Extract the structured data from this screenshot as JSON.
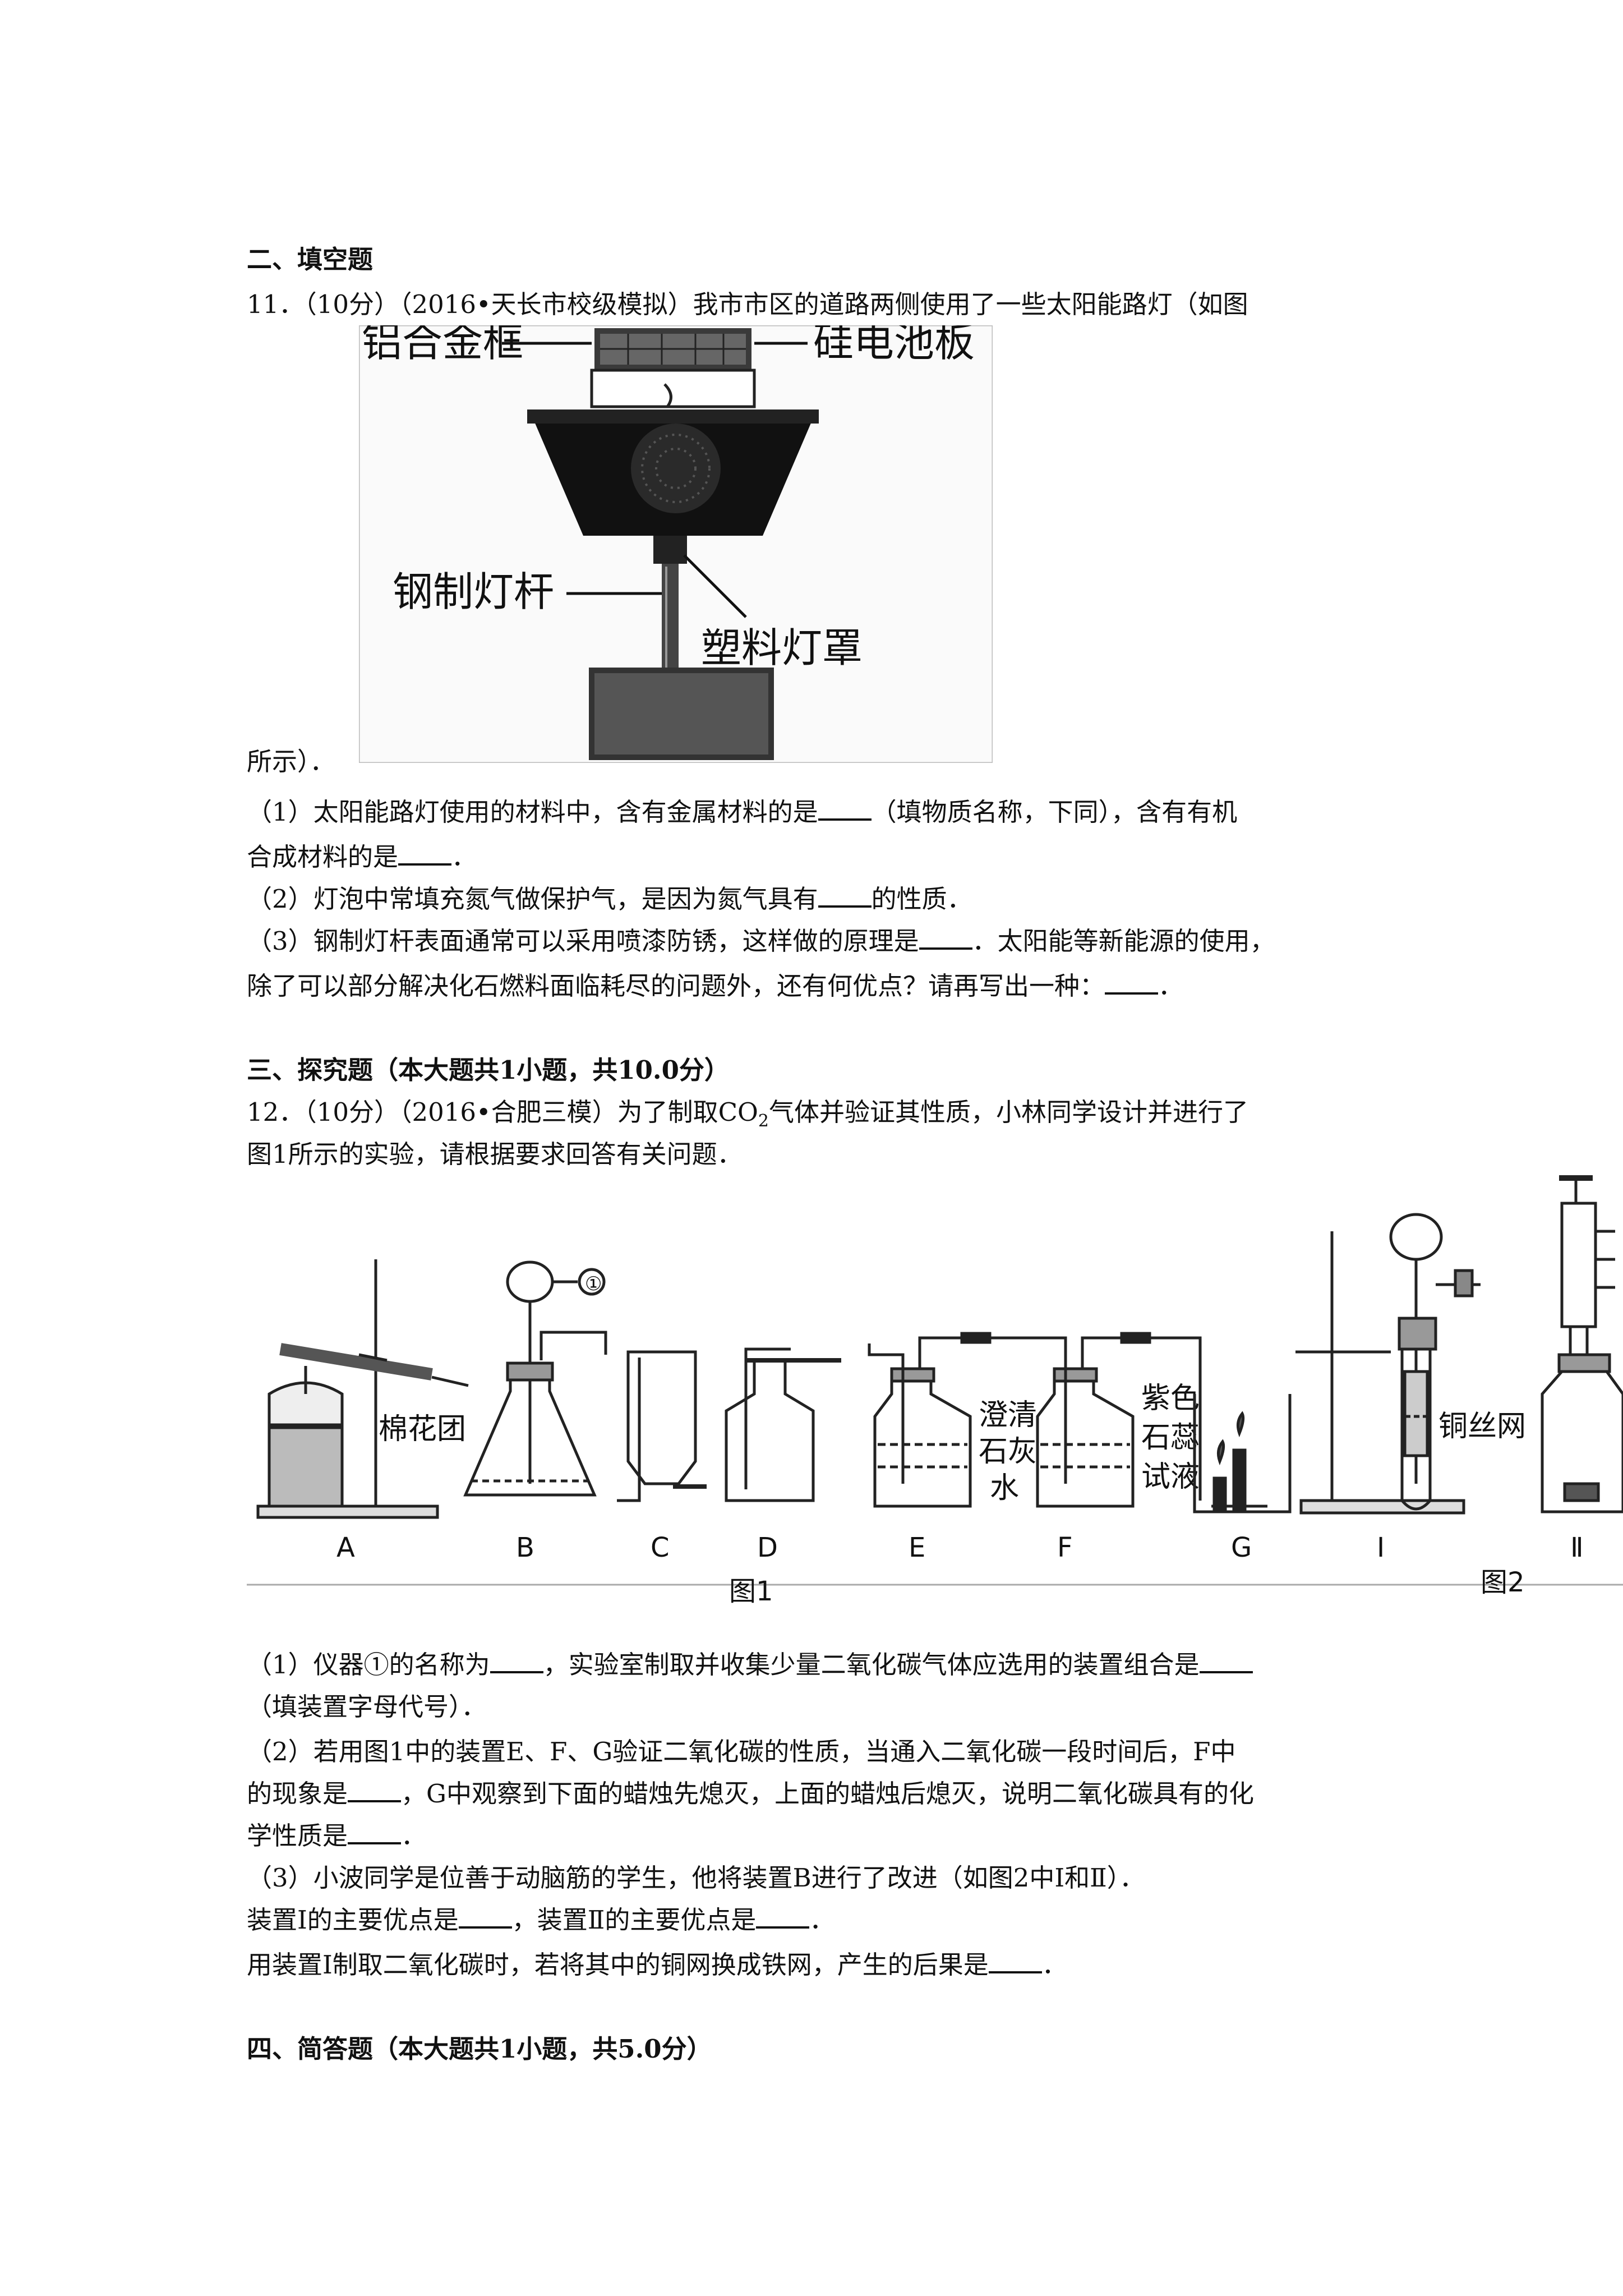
{
  "section2": {
    "title": "二、填空题",
    "q11": {
      "head": "11．（10分）（2016•天长市校级模拟）我市市区的道路两侧使用了一些太阳能路灯（如图",
      "tail": "所示）．",
      "figure_labels": {
        "frame": "铝合金框",
        "panel": "硅电池板",
        "pole": "钢制灯杆",
        "cover": "塑料灯罩"
      },
      "p1a": "（1）太阳能路灯使用的材料中，含有金属材料的是",
      "p1b": "（填物质名称，下同），含有有机",
      "p1c": "合成材料的是",
      "p1d": "．",
      "p2a": "（2）灯泡中常填充氮气做保护气，是因为氮气具有",
      "p2b": "的性质．",
      "p3a": "（3）钢制灯杆表面通常可以采用喷漆防锈，这样做的原理是",
      "p3b": "．太阳能等新能源的使用，",
      "p3c": "除了可以部分解决化石燃料面临耗尽的问题外，还有何优点？请再写出一种：",
      "p3d": "．"
    }
  },
  "section3": {
    "title": "三、探究题（本大题共1小题，共10.0分）",
    "q12": {
      "head_a": "12．（10分）（2016•合肥三模）为了制取CO",
      "head_sub": "2",
      "head_b": "气体并验证其性质，小林同学设计并进行了",
      "head2": "图1所示的实验，请根据要求回答有关问题．",
      "figure_labels": {
        "marker1": "①",
        "cotton": "棉花团",
        "limewater": [
          "澄清",
          "石灰",
          "水"
        ],
        "litmus": [
          "紫色",
          "石蕊",
          "试液"
        ],
        "copper_mesh": "铜丝网",
        "A": "A",
        "B": "B",
        "C": "C",
        "D": "D",
        "E": "E",
        "F": "F",
        "G": "G",
        "I": "Ⅰ",
        "II": "Ⅱ",
        "fig1": "图1",
        "fig2": "图2"
      },
      "p1a": "（1）仪器①的名称为",
      "p1b": "，实验室制取并收集少量二氧化碳气体应选用的装置组合是",
      "p1c": "（填装置字母代号）．",
      "p2a": "（2）若用图1中的装置E、F、G验证二氧化碳的性质，当通入二氧化碳一段时间后，F中",
      "p2b": "的现象是",
      "p2c": "，G中观察到下面的蜡烛先熄灭，上面的蜡烛后熄灭，说明二氧化碳具有的化",
      "p2d": "学性质是",
      "p2e": "．",
      "p3": "（3）小波同学是位善于动脑筋的学生，他将装置B进行了改进（如图2中Ⅰ和Ⅱ）．",
      "p4a": "装置Ⅰ的主要优点是",
      "p4b": "，装置Ⅱ的主要优点是",
      "p4c": "．",
      "p5a": "用装置Ⅰ制取二氧化碳时，若将其中的铜网换成铁网，产生的后果是",
      "p5b": "．"
    }
  },
  "section4": {
    "title": "四、简答题（本大题共1小题，共5.0分）"
  }
}
